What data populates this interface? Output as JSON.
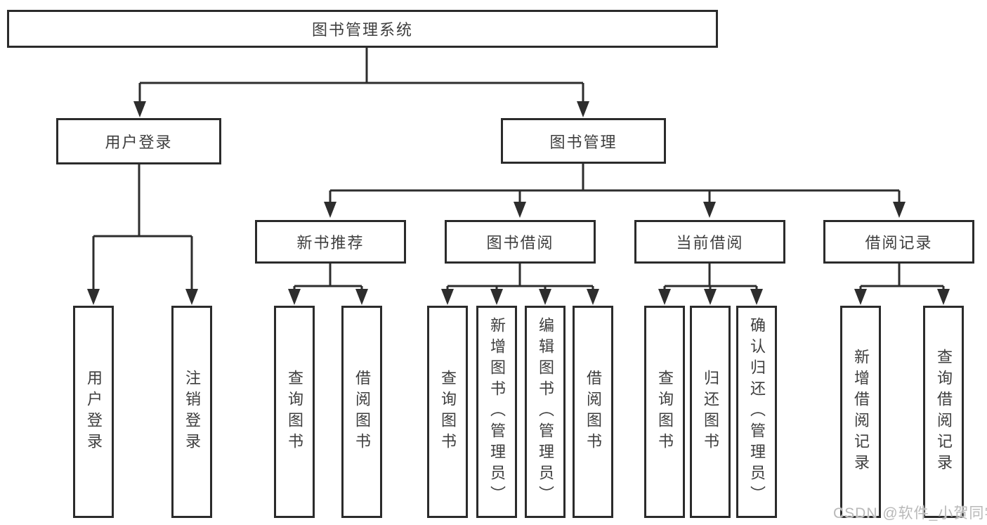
{
  "diagram": {
    "title": "图书管理系统",
    "level2": {
      "user_login": "用户登录",
      "book_mgmt": "图书管理"
    },
    "level3": {
      "new_books": "新书推荐",
      "book_borrow": "图书借阅",
      "current_borrow": "当前借阅",
      "borrow_records": "借阅记录"
    },
    "leaves": {
      "user_login": [
        "用户登录",
        "注销登录"
      ],
      "new_books": [
        "查询图书",
        "借阅图书"
      ],
      "book_borrow": [
        "查询图书",
        "新增图书（管理员）",
        "编辑图书（管理员）",
        "借阅图书"
      ],
      "current_borrow": [
        "查询图书",
        "归还图书",
        "确认归还（管理员）"
      ],
      "borrow_records": [
        "新增借阅记录",
        "查询借阅记录"
      ]
    },
    "watermark": "CSDN @软件_小贺同学",
    "colors": {
      "line": "#2d2d2d",
      "border": "#2b2b2b",
      "text": "#3e3e3e",
      "watermark": "#b9b9b9",
      "background": "#ffffff"
    }
  }
}
